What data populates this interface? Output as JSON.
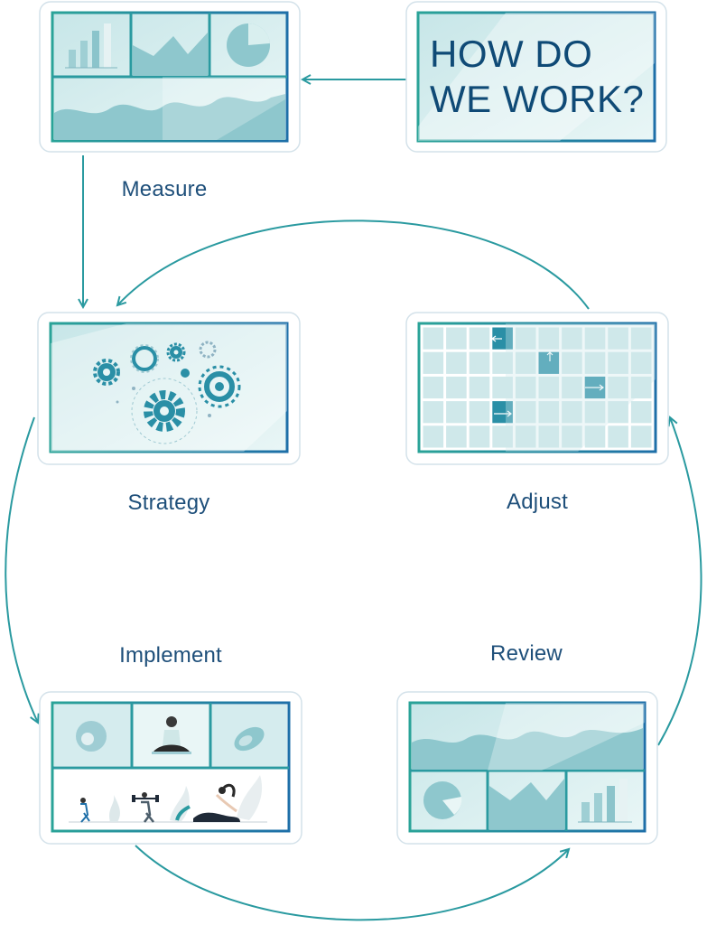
{
  "title": {
    "line1": "HOW DO",
    "line2": "WE WORK?"
  },
  "steps": {
    "measure": "Measure",
    "strategy": "Strategy",
    "adjust": "Adjust",
    "implement": "Implement",
    "review": "Review"
  },
  "colors": {
    "frame_start": "#2aa398",
    "frame_end": "#1e6fa8",
    "panel_fill": "#d9efef",
    "accent_teal": "#2a8fa6",
    "arrow": "#2a9aa0",
    "label_text": "#1e4f7a"
  }
}
